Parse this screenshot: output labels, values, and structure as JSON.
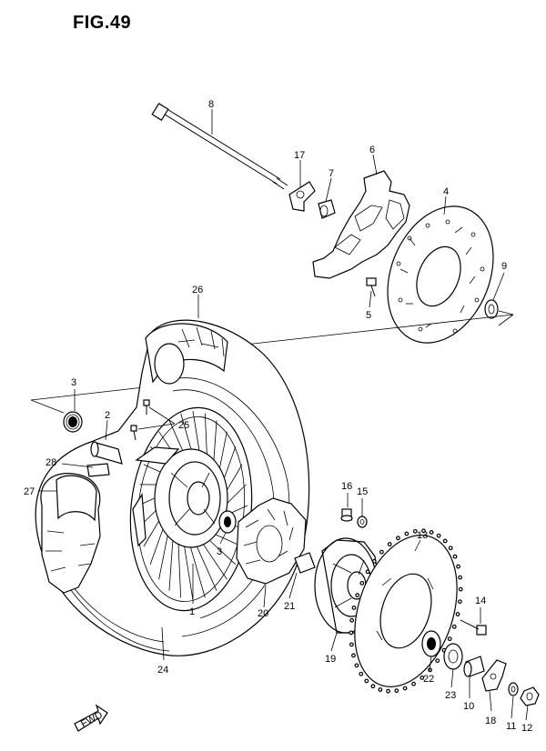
{
  "figure": {
    "title": "FIG.49",
    "fwd_label": "FWD"
  },
  "parts": [
    {
      "id": "p8",
      "label": "8"
    },
    {
      "id": "p17",
      "label": "17"
    },
    {
      "id": "p7",
      "label": "7"
    },
    {
      "id": "p6",
      "label": "6"
    },
    {
      "id": "p4",
      "label": "4"
    },
    {
      "id": "p9",
      "label": "9"
    },
    {
      "id": "p5",
      "label": "5"
    },
    {
      "id": "p26",
      "label": "26"
    },
    {
      "id": "p3a",
      "label": "3"
    },
    {
      "id": "p2",
      "label": "2"
    },
    {
      "id": "p25",
      "label": "25"
    },
    {
      "id": "p28",
      "label": "28"
    },
    {
      "id": "p27",
      "label": "27"
    },
    {
      "id": "p3b",
      "label": "3"
    },
    {
      "id": "p1",
      "label": "1"
    },
    {
      "id": "p16",
      "label": "16"
    },
    {
      "id": "p15",
      "label": "15"
    },
    {
      "id": "p13",
      "label": "13"
    },
    {
      "id": "p14",
      "label": "14"
    },
    {
      "id": "p21",
      "label": "21"
    },
    {
      "id": "p20",
      "label": "20"
    },
    {
      "id": "p24",
      "label": "24"
    },
    {
      "id": "p19",
      "label": "19"
    },
    {
      "id": "p22",
      "label": "22"
    },
    {
      "id": "p23",
      "label": "23"
    },
    {
      "id": "p10",
      "label": "10"
    },
    {
      "id": "p18",
      "label": "18"
    },
    {
      "id": "p11",
      "label": "11"
    },
    {
      "id": "p12",
      "label": "12"
    }
  ]
}
